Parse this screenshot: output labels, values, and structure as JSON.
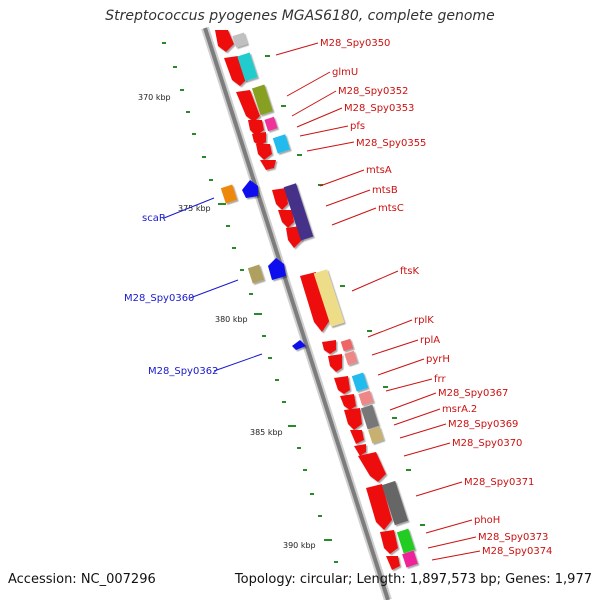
{
  "title": "Streptococcus pyogenes MGAS6180, complete genome",
  "footer": {
    "accession": "Accession: NC_007296",
    "topology": "Topology: circular; Length: 1,897,573 bp; Genes: 1,977"
  },
  "ticks": [
    "370 kbp",
    "375 kbp",
    "380 kbp",
    "385 kbp",
    "390 kbp"
  ],
  "forward_genes": [
    "M28_Spy0350",
    "glmU",
    "M28_Spy0352",
    "M28_Spy0353",
    "pfs",
    "M28_Spy0355",
    "mtsA",
    "mtsB",
    "mtsC",
    "ftsK",
    "rplK",
    "rplA",
    "pyrH",
    "frr",
    "M28_Spy0367",
    "msrA.2",
    "M28_Spy0369",
    "M28_Spy0370",
    "M28_Spy0371",
    "phoH",
    "M28_Spy0373",
    "M28_Spy0374"
  ],
  "reverse_genes": [
    "scaR",
    "M28_Spy0360",
    "M28_Spy0362"
  ],
  "colors": {
    "forward_label": "#cc1111",
    "reverse_label": "#1a1acc",
    "cds_forward": "#ee1111",
    "cds_reverse": "#1111ee",
    "backbone": "#888888",
    "tick": "#2a8a2a"
  }
}
